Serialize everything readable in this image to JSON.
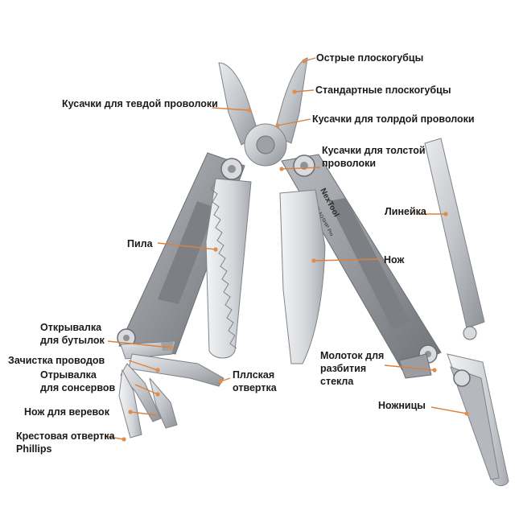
{
  "colors": {
    "leader": "#d9823f",
    "dot": "#e08c4a",
    "metal": "#c4c7cb",
    "metal_dark": "#8d9196",
    "text": "#1a1a1a"
  },
  "tool_engraving": {
    "brand": "NexTool",
    "model": "FLAGSHIP Pro"
  },
  "labels": {
    "sharp_pliers": "Острые плоскогубцы",
    "standard_pliers": "Стандартные плоскогубцы",
    "hard_wire_cutter": "Кусачки для тевдой проволоки",
    "thick_wire_cutter_right": "Кусачки для толрдой проволоки",
    "thick_wire_cutter_line1": "Кусачки для толстой",
    "thick_wire_cutter_line2": "проволоки",
    "ruler": "Линейка",
    "saw": "Пила",
    "knife": "Нож",
    "bottle_opener_line1": "Открывалка",
    "bottle_opener_line2": "для бутылок",
    "wire_stripper": "Зачистка проводов",
    "can_opener_line1": "Отрывалка",
    "can_opener_line2": "для сонсервов",
    "flat_screwdriver_line1": "Пллская",
    "flat_screwdriver_line2": "отвертка",
    "hammer_line1": "Молоток для",
    "hammer_line2": "разбития",
    "hammer_line3": "стекла",
    "rope_knife": "Нож для веревок",
    "scissors": "Ножницы",
    "phillips_line1": "Крестовая отвертка",
    "phillips_line2": "Phillips"
  }
}
